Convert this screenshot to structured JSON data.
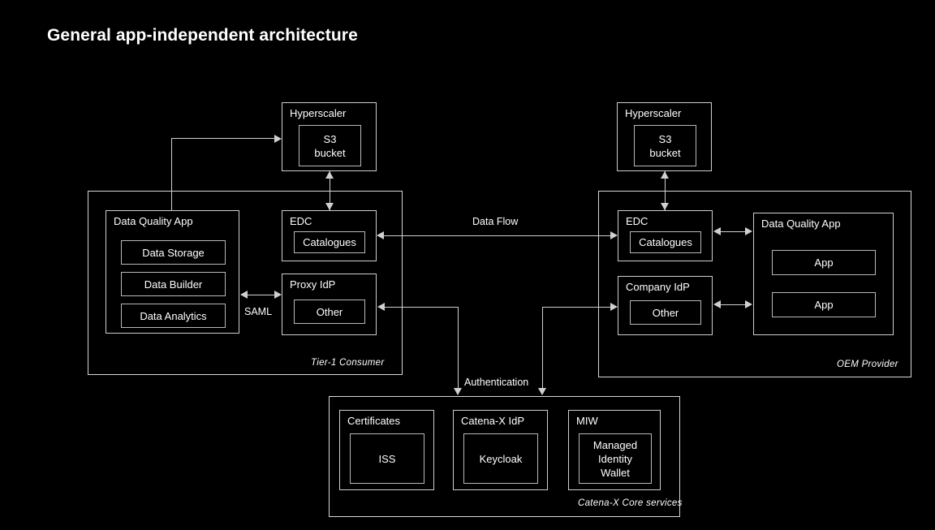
{
  "page": {
    "title": "General app-independent architecture",
    "background_color": "#000000",
    "stroke_color": "#d0d0d0",
    "text_color": "#ffffff"
  },
  "panels": [
    {
      "id": "tier1",
      "label": "Tier-1 Consumer"
    },
    {
      "id": "oem",
      "label": "OEM Provider"
    },
    {
      "id": "core",
      "label": "Catena-X Core services"
    }
  ],
  "boxes": {
    "hyperscaler_left": {
      "title": "Hyperscaler",
      "inner": "S3\nbucket",
      "inner_line1": "S3",
      "inner_line2": "bucket"
    },
    "hyperscaler_right": {
      "title": "Hyperscaler",
      "inner_line1": "S3",
      "inner_line2": "bucket"
    },
    "dqa_left": {
      "title": "Data Quality App",
      "items": [
        "Data Storage",
        "Data Builder",
        "Data Analytics"
      ]
    },
    "edc_left": {
      "title": "EDC",
      "inner": "Catalogues"
    },
    "proxy_idp": {
      "title": "Proxy IdP",
      "inner": "Other"
    },
    "edc_right": {
      "title": "EDC",
      "inner": "Catalogues"
    },
    "company_idp": {
      "title": "Company IdP",
      "inner": "Other"
    },
    "dqa_right": {
      "title": "Data Quality App",
      "items": [
        "App",
        "App"
      ]
    },
    "certificates": {
      "title": "Certificates",
      "inner": "ISS"
    },
    "catenax_idp": {
      "title": "Catena-X IdP",
      "inner": "Keycloak"
    },
    "miw": {
      "title": "MIW",
      "inner_line1": "Managed",
      "inner_line2": "Identity",
      "inner_line3": "Wallet"
    }
  },
  "edge_labels": {
    "saml": "SAML",
    "data_flow": "Data Flow",
    "authentication": "Authentication"
  }
}
